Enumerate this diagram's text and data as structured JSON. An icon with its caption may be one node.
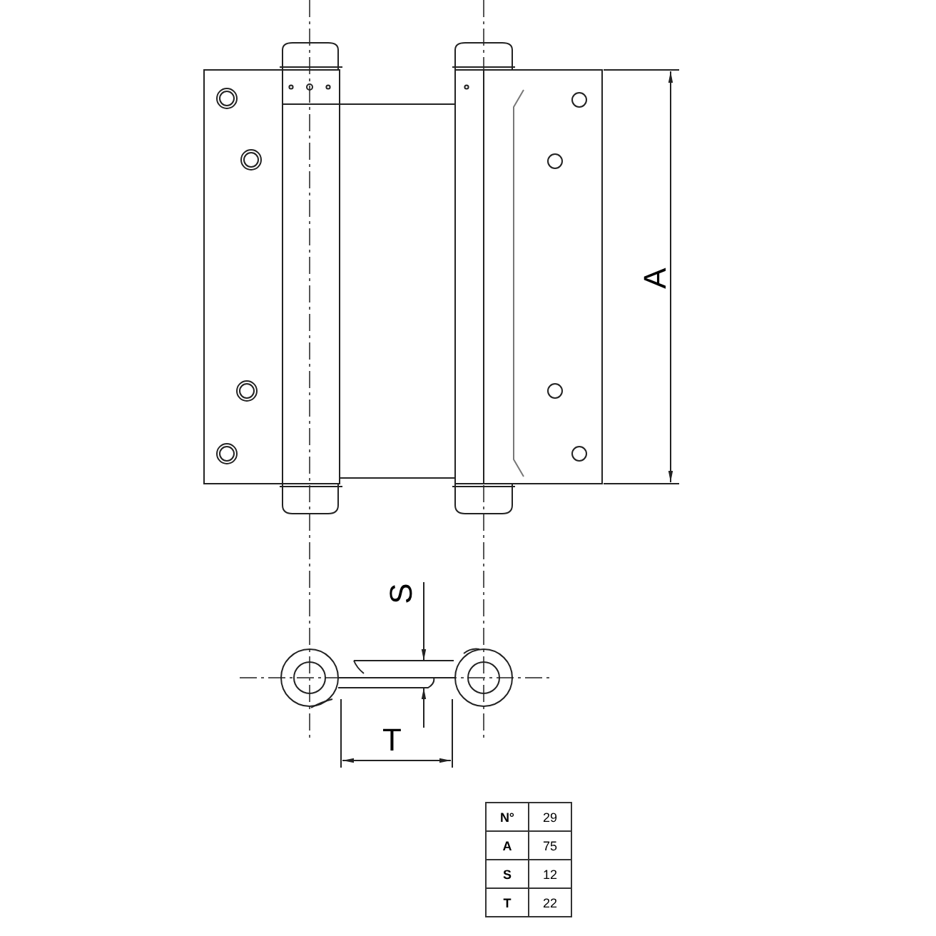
{
  "diagram": {
    "labels": [
      "A",
      "S",
      "T",
      "N°",
      "29",
      "A",
      "75",
      "S",
      "12",
      "T",
      "22"
    ]
  }
}
